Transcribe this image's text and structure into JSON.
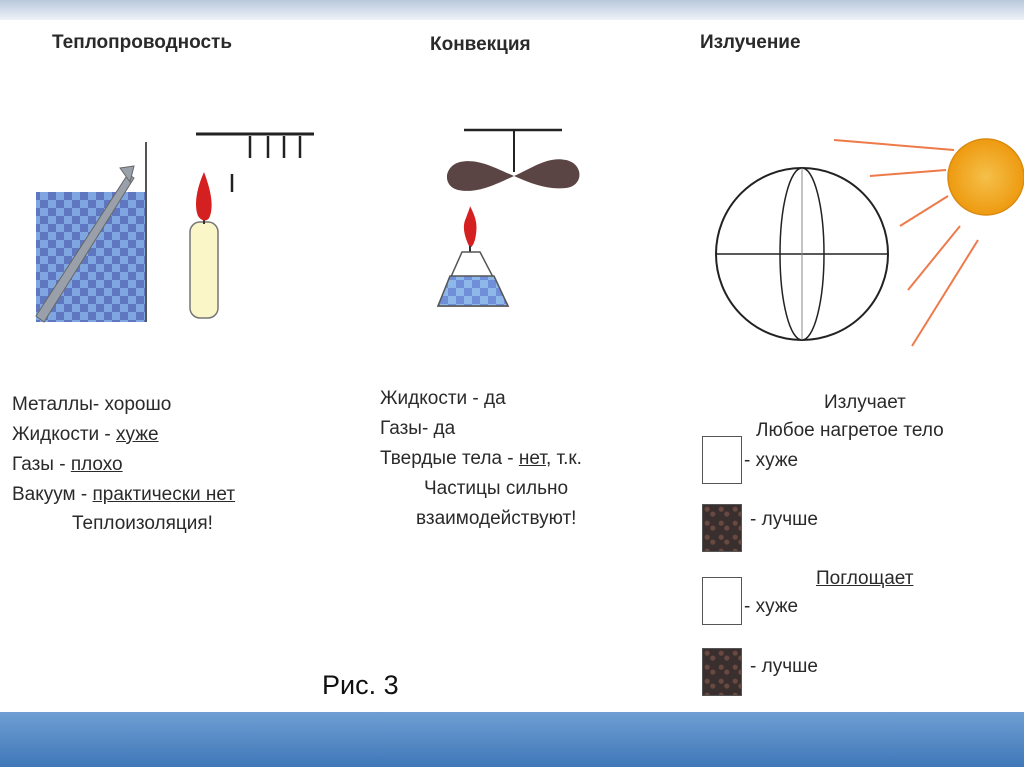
{
  "headings": {
    "conduction": "Теплопроводность",
    "convection": "Конвекция",
    "radiation": "Излучение"
  },
  "conduction_text": {
    "line1": "Металлы- хорошо",
    "line2_prefix": "Жидкости - ",
    "line2_value": "хуже",
    "line3_prefix": "Газы - ",
    "line3_value": "плохо",
    "line4_prefix": "Вакуум - ",
    "line4_value": "практически нет",
    "line5": "Теплоизоляция!"
  },
  "convection_text": {
    "line1": "Жидкости - да",
    "line2": "Газы- да",
    "line3_prefix": "Твердые тела - ",
    "line3_value": "нет",
    "line3_suffix": ", т.к.",
    "line4": "Частицы сильно",
    "line5": "взаимодействуют!"
  },
  "radiation_text": {
    "emits_title": "Излучает",
    "emits_subtitle": "Любое нагретое тело",
    "emits_light": "- хуже",
    "emits_dark": "- лучше",
    "absorbs_title": "Поглощает",
    "absorbs_light": "- хуже",
    "absorbs_dark": "- лучше"
  },
  "figure_caption": "Рис. 3",
  "colors": {
    "flame": "#d42020",
    "candle": "#fbf6c8",
    "sun": "#f3a21a",
    "rays": "#ee7a4a",
    "water": "#6f8fd8",
    "propeller": "#5a4444",
    "band": "#4a80c0"
  }
}
